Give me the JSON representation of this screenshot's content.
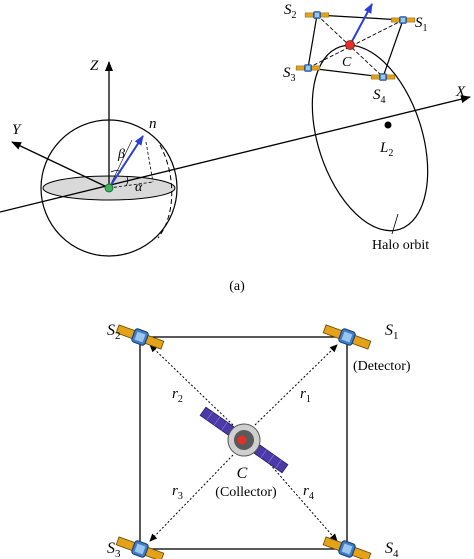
{
  "top_panel": {
    "axes": {
      "x": "X",
      "y": "Y",
      "z": "Z"
    },
    "vector_label": "n",
    "angles": {
      "beta": "β",
      "alpha": "α"
    },
    "l2_label": {
      "base": "L",
      "sub": "2"
    },
    "halo_label": "Halo orbit",
    "collector_label": "C",
    "sats": [
      {
        "base": "S",
        "sub": "1"
      },
      {
        "base": "S",
        "sub": "2"
      },
      {
        "base": "S",
        "sub": "3"
      },
      {
        "base": "S",
        "sub": "4"
      }
    ]
  },
  "caption": "(a)",
  "bottom_panel": {
    "sats": [
      {
        "base": "S",
        "sub": "1"
      },
      {
        "base": "S",
        "sub": "2"
      },
      {
        "base": "S",
        "sub": "3"
      },
      {
        "base": "S",
        "sub": "4"
      }
    ],
    "detector_label": "(Detector)",
    "collector_symbol": "C",
    "collector_label": "(Collector)",
    "baselines": [
      {
        "base": "r",
        "sub": "1"
      },
      {
        "base": "r",
        "sub": "2"
      },
      {
        "base": "r",
        "sub": "3"
      },
      {
        "base": "r",
        "sub": "4"
      }
    ]
  }
}
